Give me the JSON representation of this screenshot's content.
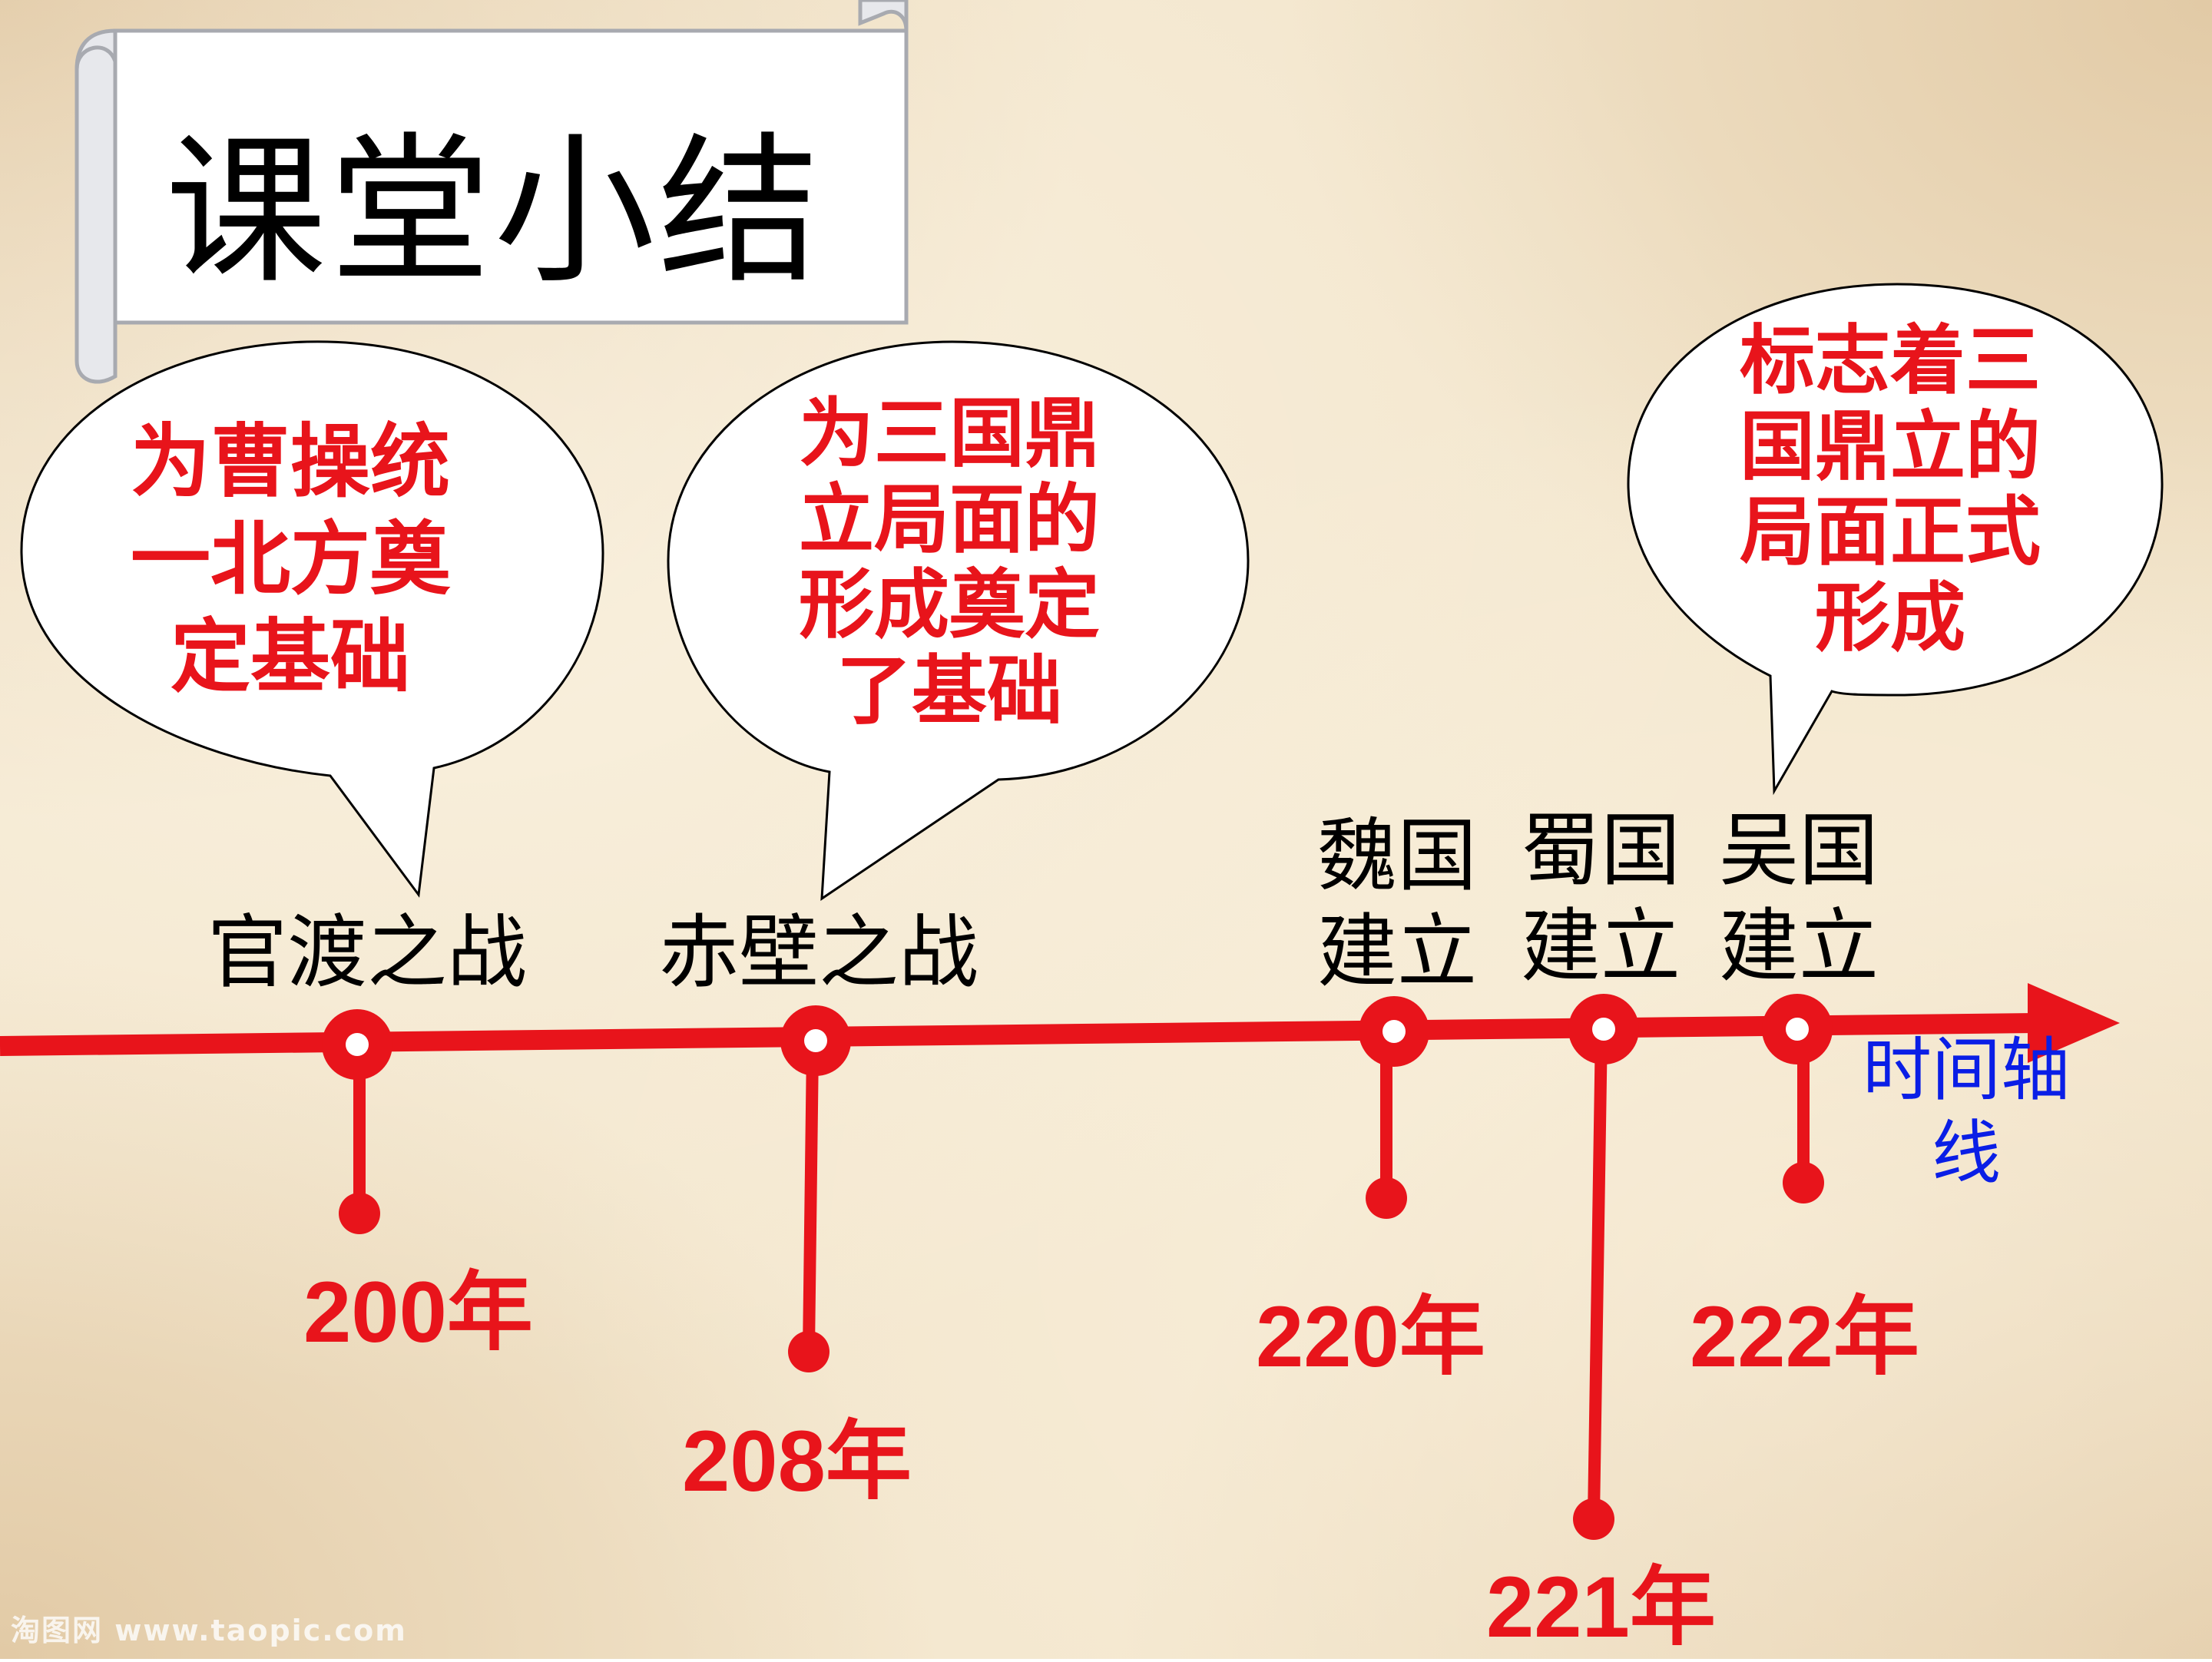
{
  "title": "课堂小结",
  "bubbles": [
    {
      "lines": [
        "为曹操统",
        "一北方奠",
        "定基础"
      ]
    },
    {
      "lines": [
        "为三国鼎",
        "立局面的",
        "形成奠定",
        "了基础"
      ]
    },
    {
      "lines": [
        "标志着三",
        "国鼎立的",
        "局面正式",
        "形成"
      ]
    }
  ],
  "events": {
    "guandu": "官渡之战",
    "chibi": "赤壁之战",
    "wei": [
      "魏国",
      "建立"
    ],
    "shu": [
      "蜀国",
      "建立"
    ],
    "wu": [
      "吴国",
      "建立"
    ]
  },
  "years": {
    "y200": "200年",
    "y208": "208年",
    "y220": "220年",
    "y221": "221年",
    "y222": "222年"
  },
  "axis_label": [
    "时间轴",
    "线"
  ],
  "watermark": "淘图网 www.taopic.com",
  "colors": {
    "accent": "#e8141b",
    "axis_label": "#0a1ee6",
    "text": "#000000"
  }
}
